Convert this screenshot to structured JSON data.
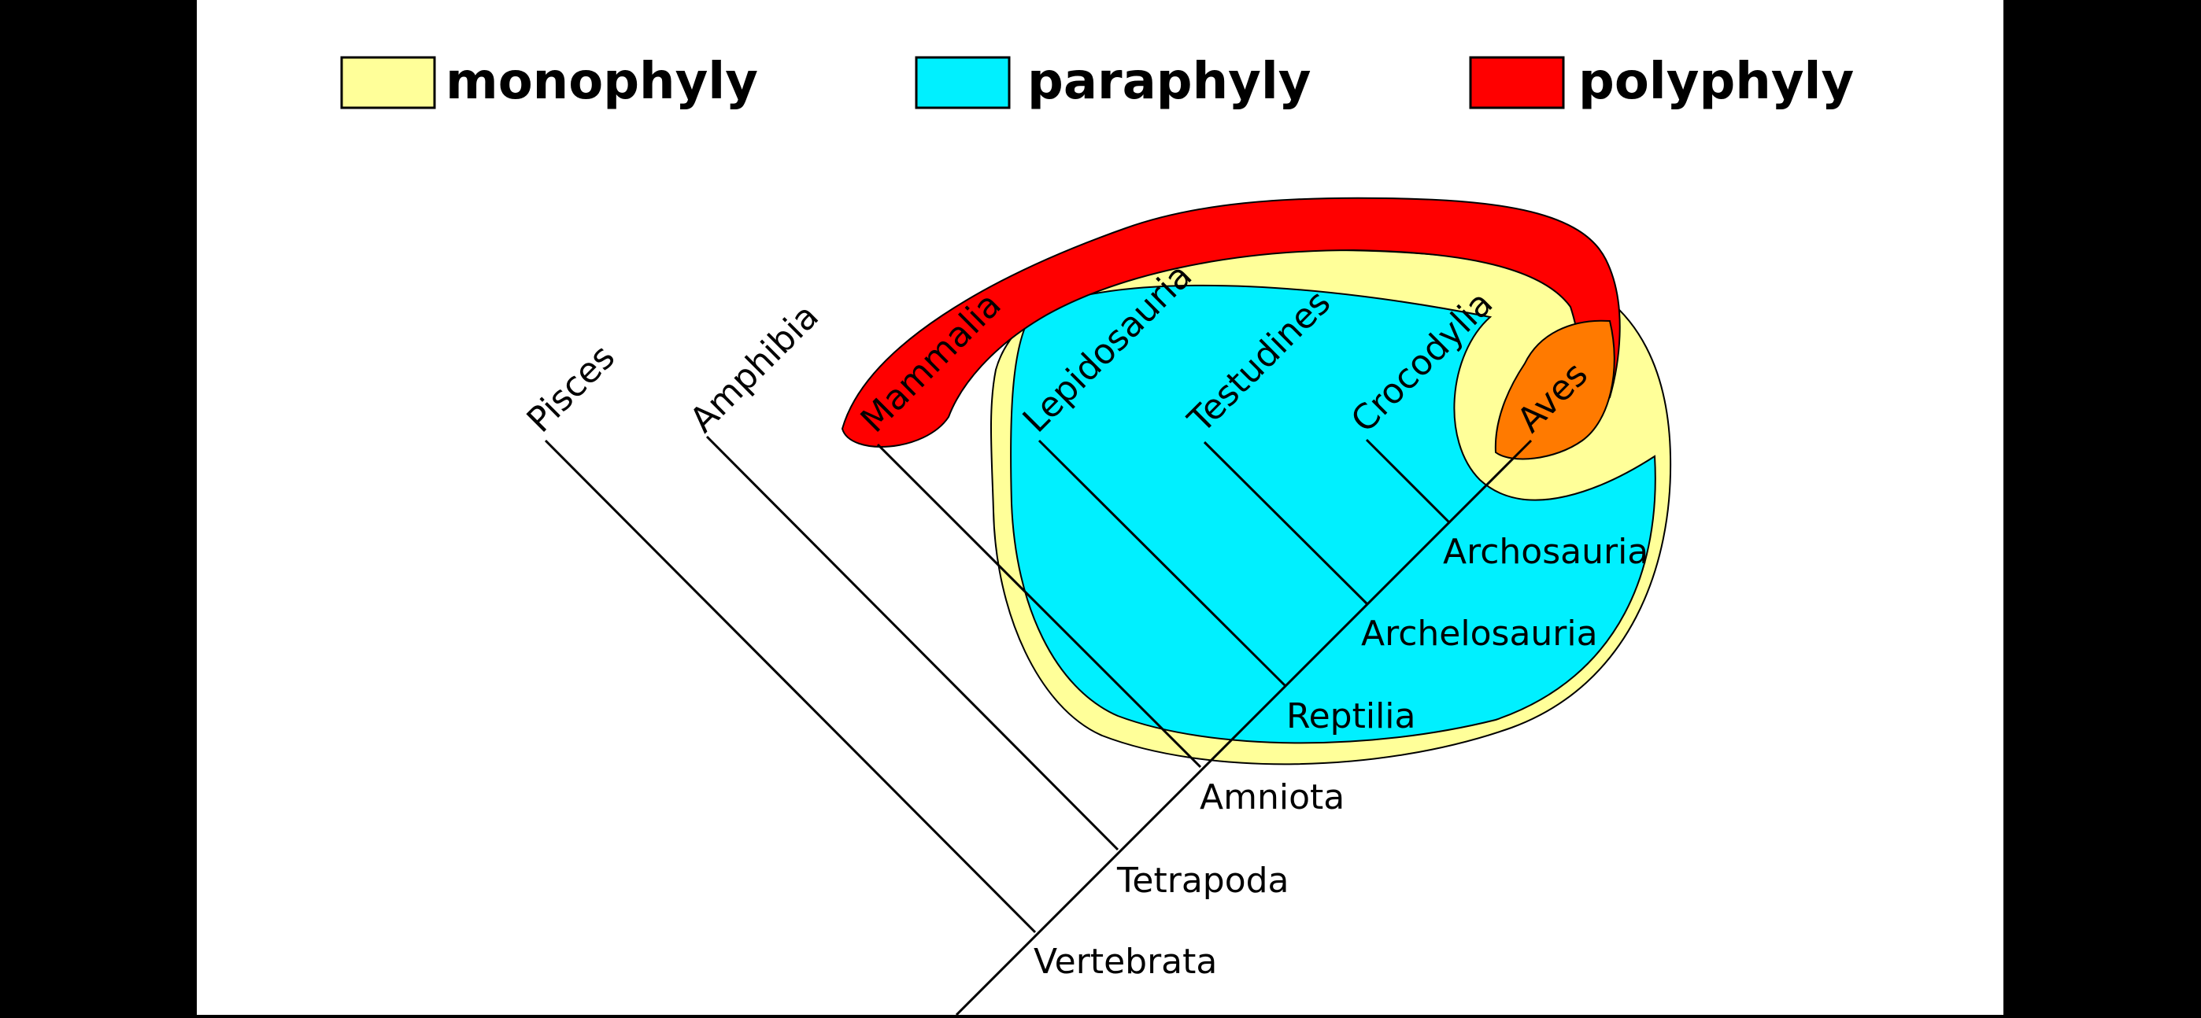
{
  "legend": [
    {
      "label": "monophyly",
      "color": "#ffff99"
    },
    {
      "label": "paraphyly",
      "color": "#00f0ff"
    },
    {
      "label": "polyphyly",
      "color": "#ff0000"
    }
  ],
  "overlap_color": "#ff7a00",
  "tips": [
    "Pisces",
    "Amphibia",
    "Mammalia",
    "Lepidosauria",
    "Testudines",
    "Crocodylia",
    "Aves"
  ],
  "clades": [
    "Archosauria",
    "Archelosauria",
    "Reptilia",
    "Amniota",
    "Tetrapoda",
    "Vertebrata"
  ],
  "groupings": {
    "monophyly": [
      "Reptilia (Lepidosauria, Testudines, Crocodylia, Aves)"
    ],
    "paraphyly": [
      "Reptilia excluding Aves"
    ],
    "polyphyly": [
      "Mammalia + Aves"
    ]
  }
}
